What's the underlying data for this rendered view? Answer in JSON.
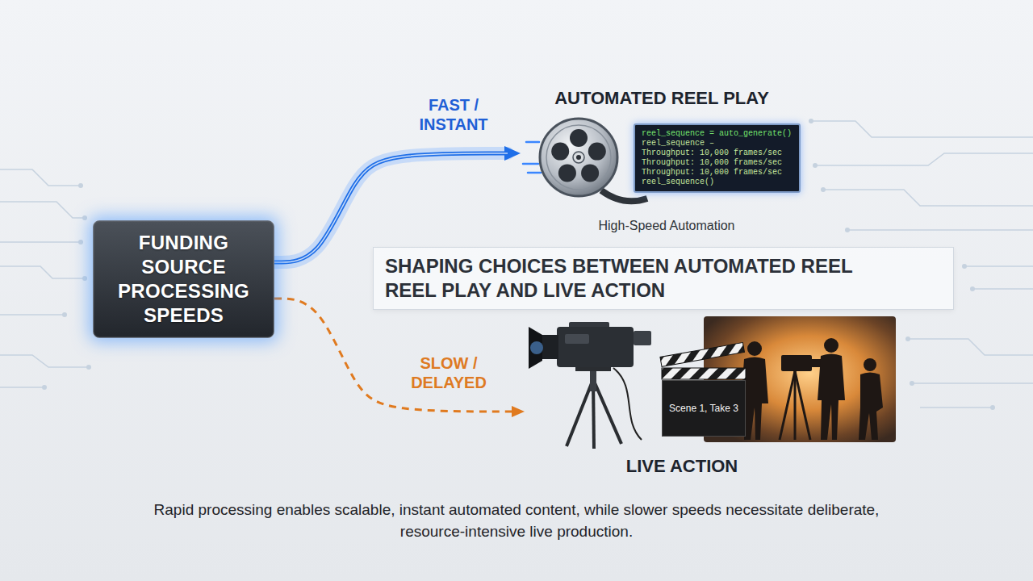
{
  "diagram": {
    "title": "SHAPING CHOICES BETWEEN AUTOMATED REEL REEL PLAY AND LIVE ACTION",
    "caption": "Rapid processing enables scalable, instant automated content, while slower speeds necessitate deliberate, resource-intensive live production.",
    "nodes": [
      {
        "text": [
          "FUNDING SOURCE PROCESSING SPEEDS"
        ]
      },
      {
        "text": [
          "AUTOMATED REEL PLAY",
          "High-Speed Automation"
        ]
      },
      {
        "text": [
          "reel_sequence = auto_generate()",
          "reel_sequence –",
          "Throughput: 10,000 frames/sec",
          "Throughput: 10,000 frames/sec",
          "Throughput: 10,000 frames/sec",
          "reel_sequence()"
        ],
        "in": 1
      },
      {
        "text": [
          "LIVE ACTION"
        ]
      },
      {
        "text": [
          "Scene 1, Take 3"
        ],
        "in": 3
      }
    ],
    "edges": [
      {
        "from": 0,
        "to": 1,
        "arrow": "to",
        "label": "FAST / INSTANT"
      },
      {
        "from": 0,
        "to": 3,
        "arrow": "to",
        "label": "SLOW / DELAYED"
      }
    ]
  }
}
